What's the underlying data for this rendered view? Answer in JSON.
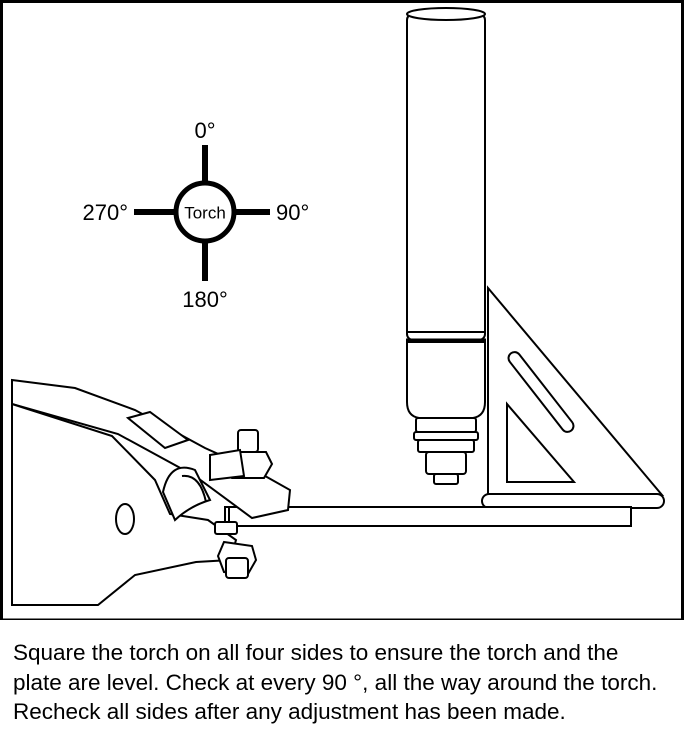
{
  "compass": {
    "center_label": "Torch",
    "top": "0°",
    "right": "90°",
    "bottom": "180°",
    "left": "270°"
  },
  "caption": "Square the torch on all four sides to ensure the torch and the plate are level. Check at every 90 °, all the way around the torch. Recheck all sides after any adjustment has been made.",
  "colors": {
    "line": "#000000",
    "background": "#ffffff"
  }
}
